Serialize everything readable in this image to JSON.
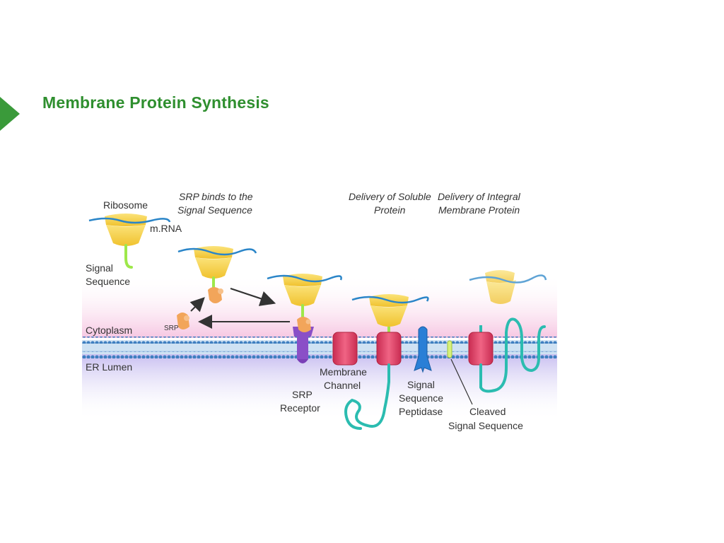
{
  "slide": {
    "title": "Membrane Protein Synthesis"
  },
  "diagram": {
    "labels": {
      "ribosome": "Ribosome",
      "mrna": "m.RNA",
      "signal_sequence_1": "Signal",
      "signal_sequence_2": "Sequence",
      "srp_binds_1": "SRP binds to the",
      "srp_binds_2": "Signal Sequence",
      "delivery_soluble_1": "Delivery of Soluble",
      "delivery_soluble_2": "Protein",
      "delivery_integral_1": "Delivery of Integral",
      "delivery_integral_2": "Membrane Protein",
      "cytoplasm": "Cytoplasm",
      "srp": "SRP",
      "er_lumen": "ER Lumen",
      "membrane_channel_1": "Membrane",
      "membrane_channel_2": "Channel",
      "srp_receptor_1": "SRP",
      "srp_receptor_2": "Receptor",
      "signal_peptidase_1": "Signal",
      "signal_peptidase_2": "Sequence",
      "signal_peptidase_3": "Peptidase",
      "cleaved_signal_1": "Cleaved",
      "cleaved_signal_2": "Signal Sequence"
    },
    "colors": {
      "ribosome": "#f5d14a",
      "mrna": "#2a85c8",
      "signal_sequence": "#9ee84a",
      "srp": "#f2a55a",
      "srp_receptor": "#8a4fc7",
      "channel": "#e8456a",
      "peptidase": "#2a7fd6",
      "protein_chain": "#2bbcb0",
      "cytoplasm": "#f6c6e2",
      "er_lumen": "#cfc6f2",
      "membrane_head": "#3f7fc0",
      "title": "#2f8f2f"
    }
  }
}
